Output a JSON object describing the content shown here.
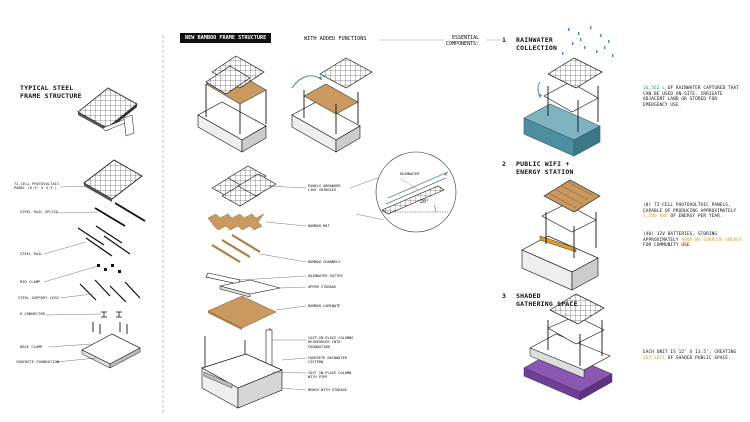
{
  "left": {
    "title": "TYPICAL STEEL\nFRAME STRUCTURE",
    "labels": [
      "72-CELL PHOTOVOLTAIC\nPANEL (6.5' X 3.3')",
      "STEEL RAIL SPLICE",
      "STEEL RAIL",
      "MID CLAMP",
      "STEEL SUPPORT LEGS",
      "H CONNECTOR",
      "BASE CLAMP",
      "CONCRETE FOUNDATION"
    ]
  },
  "center": {
    "badge": "NEW BAMBOO FRAME STRUCTURE",
    "subtitle": "WITH ADDED FUNCTIONS",
    "essential": "ESSENTIAL\nCOMPONENTS:",
    "labels": [
      "PANELS ARRANGED\nLIKE SHINGLES",
      "BAMBOO MAT",
      "BAMBOO CHANNELS",
      "RAINWATER GUTTER",
      "UPPER STORAGE",
      "BAMBOO LAMINATE",
      "CAST-IN-PLACE COLUMNS\nREINFORCED INTO\nFOUNDATION",
      "CONCRETE RAINWATER\nCISTERN",
      "CAST IN-PLACE COLUMN\nWITH PIPE",
      "BENCH WITH STORAGE"
    ],
    "detail": {
      "label": "RAINWATER",
      "angle": "20°"
    }
  },
  "right": {
    "sections": [
      {
        "number": "1",
        "title": "RAINWATER\nCOLLECTION",
        "text_parts": [
          {
            "t": "16,562 L",
            "c": "teal"
          },
          {
            "t": " OF RAINWATER CAPTURED THAT CAN BE USED ON-SITE. IRRIGATE ADJACENT LAND OR STORED FOR EMERGENCY USE.",
            "c": ""
          }
        ]
      },
      {
        "number": "2",
        "title": "PUBLIC WIFI +\nENERGY STATION",
        "text_parts": [
          {
            "t": "(8) 72-CELL PHOTOVOLTAIC PANELS, CAPABLE OF PRODUCING APPROXIMATELY ",
            "c": ""
          },
          {
            "t": "3,200 kWh",
            "c": "orange"
          },
          {
            "t": " OF ENERGY PER YEAR.",
            "c": ""
          }
        ],
        "text_parts2": [
          {
            "t": "(40) 12V BATTERIES, STORING APPROXIMATELY ",
            "c": ""
          },
          {
            "t": "4800 Wh SURPLUS ENERGY",
            "c": "orange"
          },
          {
            "t": " FOR COMMUNITY USE.",
            "c": ""
          }
        ]
      },
      {
        "number": "3",
        "title": "SHADED\nGATHERING SPACE",
        "text_parts": [
          {
            "t": "EACH UNIT IS 12' X 13.5', CREATING ",
            "c": ""
          },
          {
            "t": "162 SQFT",
            "c": "orange"
          },
          {
            "t": " OF SHADED PUBLIC SPACE.",
            "c": ""
          }
        ]
      }
    ]
  },
  "colors": {
    "teal": "#4d8fa0",
    "orange": "#e09a2a",
    "wood": "#c9995f",
    "purple": "#8a58b0",
    "teal_highlight": "#3a8a9a"
  }
}
